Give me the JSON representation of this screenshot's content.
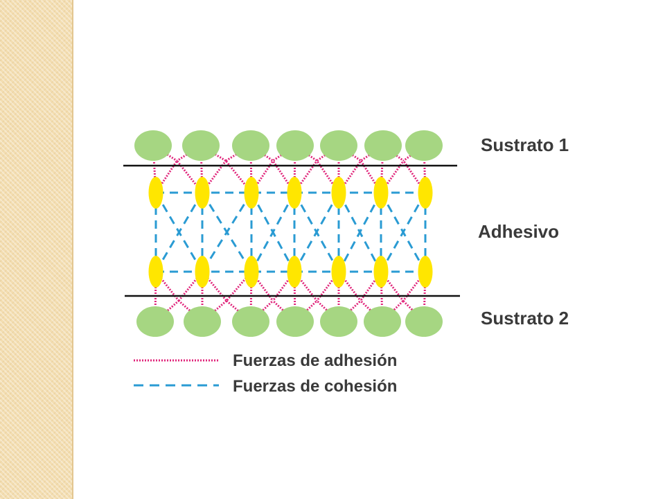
{
  "layers": {
    "substrate_top": "Sustrato 1",
    "adhesive": "Adhesivo",
    "substrate_bottom": "Sustrato 2"
  },
  "legend": {
    "adhesion": "Fuerzas de adhesión",
    "cohesion": "Fuerzas de cohesión"
  },
  "colors": {
    "substrate": "#a6d682",
    "adhesive": "#ffe600",
    "adhesion": "#e0247a",
    "cohesion": "#2a9bd3",
    "interface": "#111111",
    "side_strip": "#f3ddb0"
  }
}
